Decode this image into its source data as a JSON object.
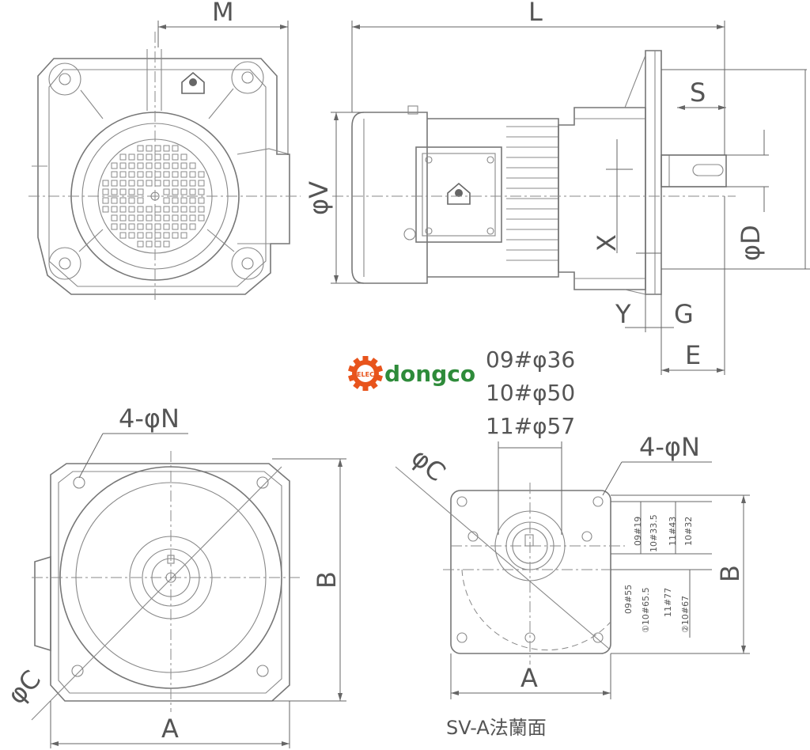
{
  "labels": {
    "top_m": "M",
    "top_l": "L",
    "top_s": "S",
    "top_phi_v": "φV",
    "top_x": "X",
    "top_phi_d": "φD",
    "top_y": "Y",
    "top_g": "G",
    "top_e": "E",
    "bl_4n": "4-φN",
    "bl_b": "B",
    "bl_phi_c": "φC",
    "bl_a": "A",
    "br_phi_c": "φC",
    "br_4n": "4-φN",
    "br_b": "B",
    "br_a": "A",
    "flange_title": "SV-A法蘭面"
  },
  "shaft_sizes": [
    "09#φ36",
    "10#φ50",
    "11#φ57"
  ],
  "side_table": {
    "col1": [
      "09#19",
      "10#33.5"
    ],
    "col2": [
      "11#43",
      "10#32"
    ],
    "col3": [
      "09#55",
      "①10#65.5"
    ],
    "col4": [
      "11#77",
      "②10#67"
    ]
  },
  "logo": {
    "badge_text": "ELEC",
    "name": "dongco",
    "colors": {
      "gear": "#e8541c",
      "text": "#2e8b3a"
    },
    "icon": "gear-icon"
  },
  "marks": {
    "motor_badge": "warning-sign-icon"
  }
}
